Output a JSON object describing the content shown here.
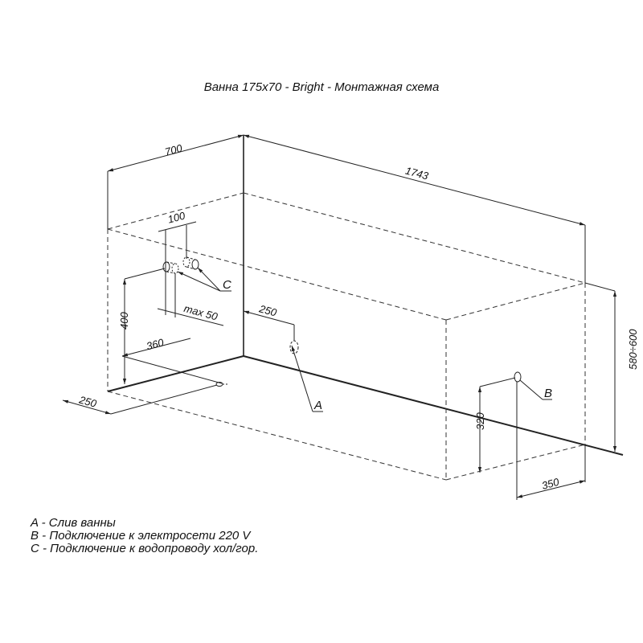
{
  "title": "Ванна 175x70 - Bright - Монтажная схема",
  "dimensions": {
    "width_700": "700",
    "length_1743": "1743",
    "spacing_100": "100",
    "max_50": "max 50",
    "height_400": "400",
    "offset_360": "360",
    "offset_250_left": "250",
    "offset_250_drain": "250",
    "height_580_600": "580÷600",
    "height_320": "320",
    "offset_350": "350"
  },
  "markers": {
    "a": "A",
    "b": "B",
    "c": "C"
  },
  "legend": [
    {
      "key": "A",
      "text": "A - Слив ванны"
    },
    {
      "key": "B",
      "text": "B - Подключение к электросети 220 V"
    },
    {
      "key": "C",
      "text": "C - Подключение к водопроводу хол/гор."
    }
  ],
  "colors": {
    "line": "#222222",
    "background": "#ffffff"
  }
}
